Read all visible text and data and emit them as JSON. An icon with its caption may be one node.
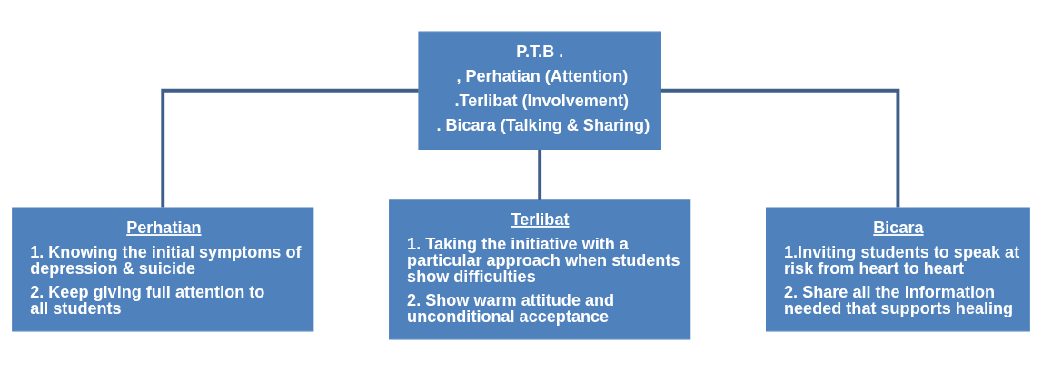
{
  "diagram": {
    "nodes": [
      {
        "text": [
          "P.T.B .",
          ", Perhatian (Attention)",
          ".Terlibat (Involvement)",
          ". Bicara (Talking & Sharing)"
        ]
      },
      {
        "text": [
          "Perhatian",
          "1. Knowing the initial symptoms of depression & suicide",
          "2. Keep giving full attention to all students"
        ]
      },
      {
        "text": [
          "Terlibat",
          "1. Taking the initiative with a particular approach when students show difficulties",
          "2. Show warm attitude and unconditional acceptance"
        ]
      },
      {
        "text": [
          "Bicara",
          "1.Inviting students to speak at risk from heart to heart",
          "2. Share all the information needed that supports healing"
        ]
      }
    ],
    "edges": [
      {
        "from": 0,
        "to": 1,
        "arrow": "none"
      },
      {
        "from": 0,
        "to": 2,
        "arrow": "none"
      },
      {
        "from": 0,
        "to": 3,
        "arrow": "none"
      }
    ]
  }
}
